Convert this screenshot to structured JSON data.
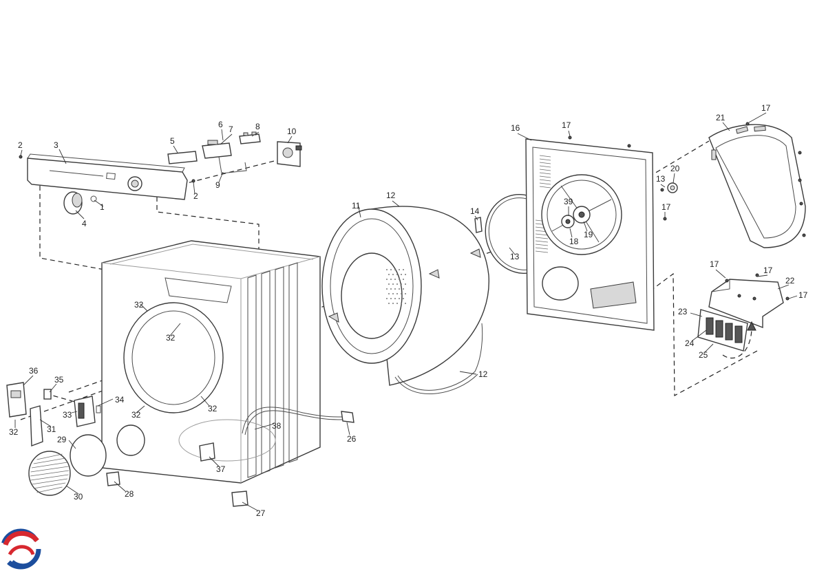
{
  "diagram": {
    "brand_colors": {
      "red": "#d7282f",
      "blue": "#1c4e9d"
    },
    "callouts": [
      {
        "id": "c1",
        "text": "1"
      },
      {
        "id": "c2a",
        "text": "2"
      },
      {
        "id": "c2b",
        "text": "2"
      },
      {
        "id": "c3",
        "text": "3"
      },
      {
        "id": "c4",
        "text": "4"
      },
      {
        "id": "c5",
        "text": "5"
      },
      {
        "id": "c6",
        "text": "6"
      },
      {
        "id": "c7",
        "text": "7"
      },
      {
        "id": "c8",
        "text": "8"
      },
      {
        "id": "c9",
        "text": "9"
      },
      {
        "id": "c10",
        "text": "10"
      },
      {
        "id": "c11",
        "text": "11"
      },
      {
        "id": "c12a",
        "text": "12"
      },
      {
        "id": "c12b",
        "text": "12"
      },
      {
        "id": "c13a",
        "text": "13"
      },
      {
        "id": "c13b",
        "text": "13"
      },
      {
        "id": "c14",
        "text": "14"
      },
      {
        "id": "c16",
        "text": "16"
      },
      {
        "id": "c17a",
        "text": "17"
      },
      {
        "id": "c17b",
        "text": "17"
      },
      {
        "id": "c17c",
        "text": "17"
      },
      {
        "id": "c17d",
        "text": "17"
      },
      {
        "id": "c17e",
        "text": "17"
      },
      {
        "id": "c17f",
        "text": "17"
      },
      {
        "id": "c18",
        "text": "18"
      },
      {
        "id": "c19",
        "text": "19"
      },
      {
        "id": "c20",
        "text": "20"
      },
      {
        "id": "c21",
        "text": "21"
      },
      {
        "id": "c22",
        "text": "22"
      },
      {
        "id": "c23",
        "text": "23"
      },
      {
        "id": "c24",
        "text": "24"
      },
      {
        "id": "c25",
        "text": "25"
      },
      {
        "id": "c26",
        "text": "26"
      },
      {
        "id": "c27",
        "text": "27"
      },
      {
        "id": "c28",
        "text": "28"
      },
      {
        "id": "c29",
        "text": "29"
      },
      {
        "id": "c30",
        "text": "30"
      },
      {
        "id": "c31",
        "text": "31"
      },
      {
        "id": "c32a",
        "text": "32"
      },
      {
        "id": "c32b",
        "text": "32"
      },
      {
        "id": "c32c",
        "text": "32"
      },
      {
        "id": "c32d",
        "text": "32"
      },
      {
        "id": "c32e",
        "text": "32"
      },
      {
        "id": "c33",
        "text": "33"
      },
      {
        "id": "c34",
        "text": "34"
      },
      {
        "id": "c35",
        "text": "35"
      },
      {
        "id": "c36",
        "text": "36"
      },
      {
        "id": "c37",
        "text": "37"
      },
      {
        "id": "c38",
        "text": "38"
      },
      {
        "id": "c39",
        "text": "39"
      }
    ]
  }
}
